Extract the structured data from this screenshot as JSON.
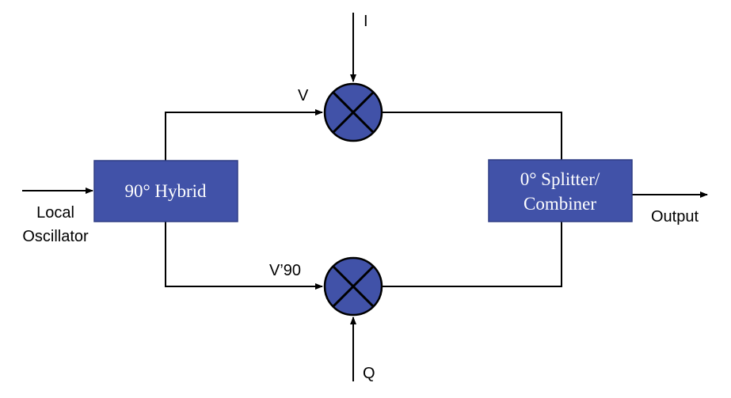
{
  "blocks": {
    "hybrid": {
      "label": "90° Hybrid"
    },
    "splitter": {
      "line1": "0° Splitter/",
      "line2": "Combiner"
    }
  },
  "labels": {
    "local_line1": "Local",
    "local_line2": "Oscillator",
    "output": "Output",
    "i_input": "I",
    "q_input": "Q",
    "v_upper": "V",
    "v_lower": "V’90"
  },
  "colors": {
    "block_fill": "#4152a8",
    "wire": "#000000"
  },
  "icons": {
    "mixer": "circle-x-mixer"
  }
}
